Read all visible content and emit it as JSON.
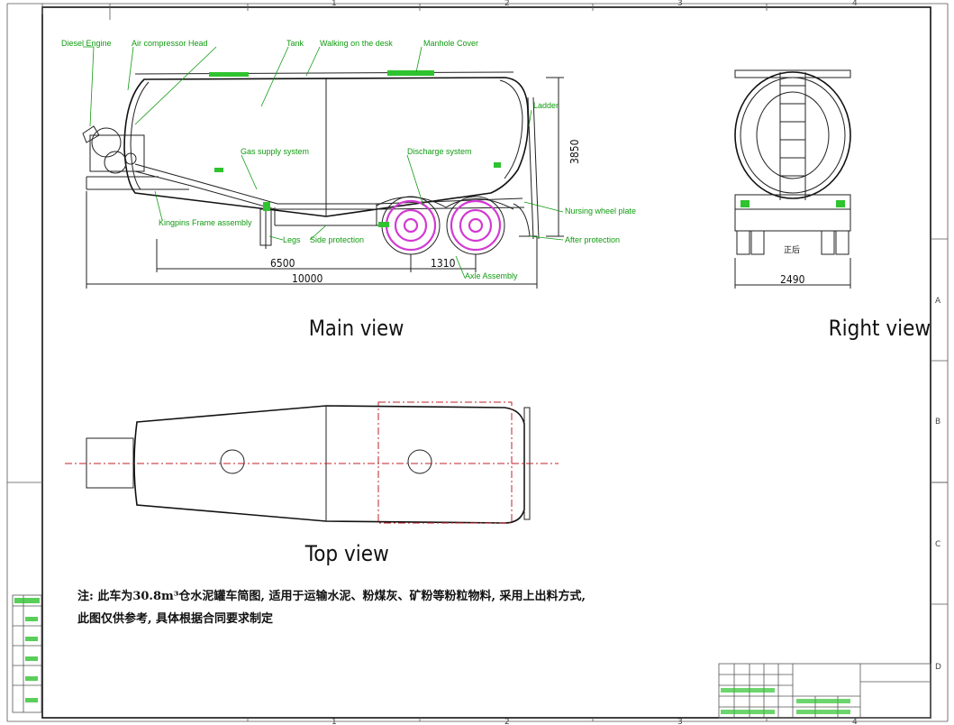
{
  "labels": {
    "diesel_engine": "Diesel Engine",
    "air_compressor_head": "Air compressor  Head",
    "tank": "Tank",
    "walking_on_desk": "Walking on the desk",
    "manhole_cover": "Manhole Cover",
    "ladder": "Ladder",
    "gas_supply_system": "Gas supply system",
    "discharge_system": "Discharge system",
    "kingpin_frame_assembly": "Kingpins Frame assembly",
    "nursing_wheel_plate": "Nursing wheel plate",
    "after_protection": "After protection",
    "legs": "Legs",
    "side_protection": "Side protection",
    "axle_assembly": "Axle Assembly"
  },
  "dimensions": {
    "height": "3850",
    "kingpin_to_axle": "6500",
    "axle_spacing": "1310",
    "overall_length": "10000",
    "width": "2490"
  },
  "views": {
    "main": "Main view",
    "right": "Right view",
    "top": "Top view"
  },
  "rear_plate_text": "正后",
  "note": {
    "line1": "注: 此车为30.8m³仓水泥罐车简图, 适用于运输水泥、粉煤灰、矿粉等粉粒物料, 采用上出料方式,",
    "line2": "此图仅供参考, 具体根据合同要求制定"
  },
  "grid": {
    "top": [
      "1",
      "2",
      "3",
      "4"
    ],
    "bottom": [
      "1",
      "2",
      "3",
      "4"
    ],
    "side": [
      "A",
      "B",
      "C",
      "D"
    ]
  }
}
